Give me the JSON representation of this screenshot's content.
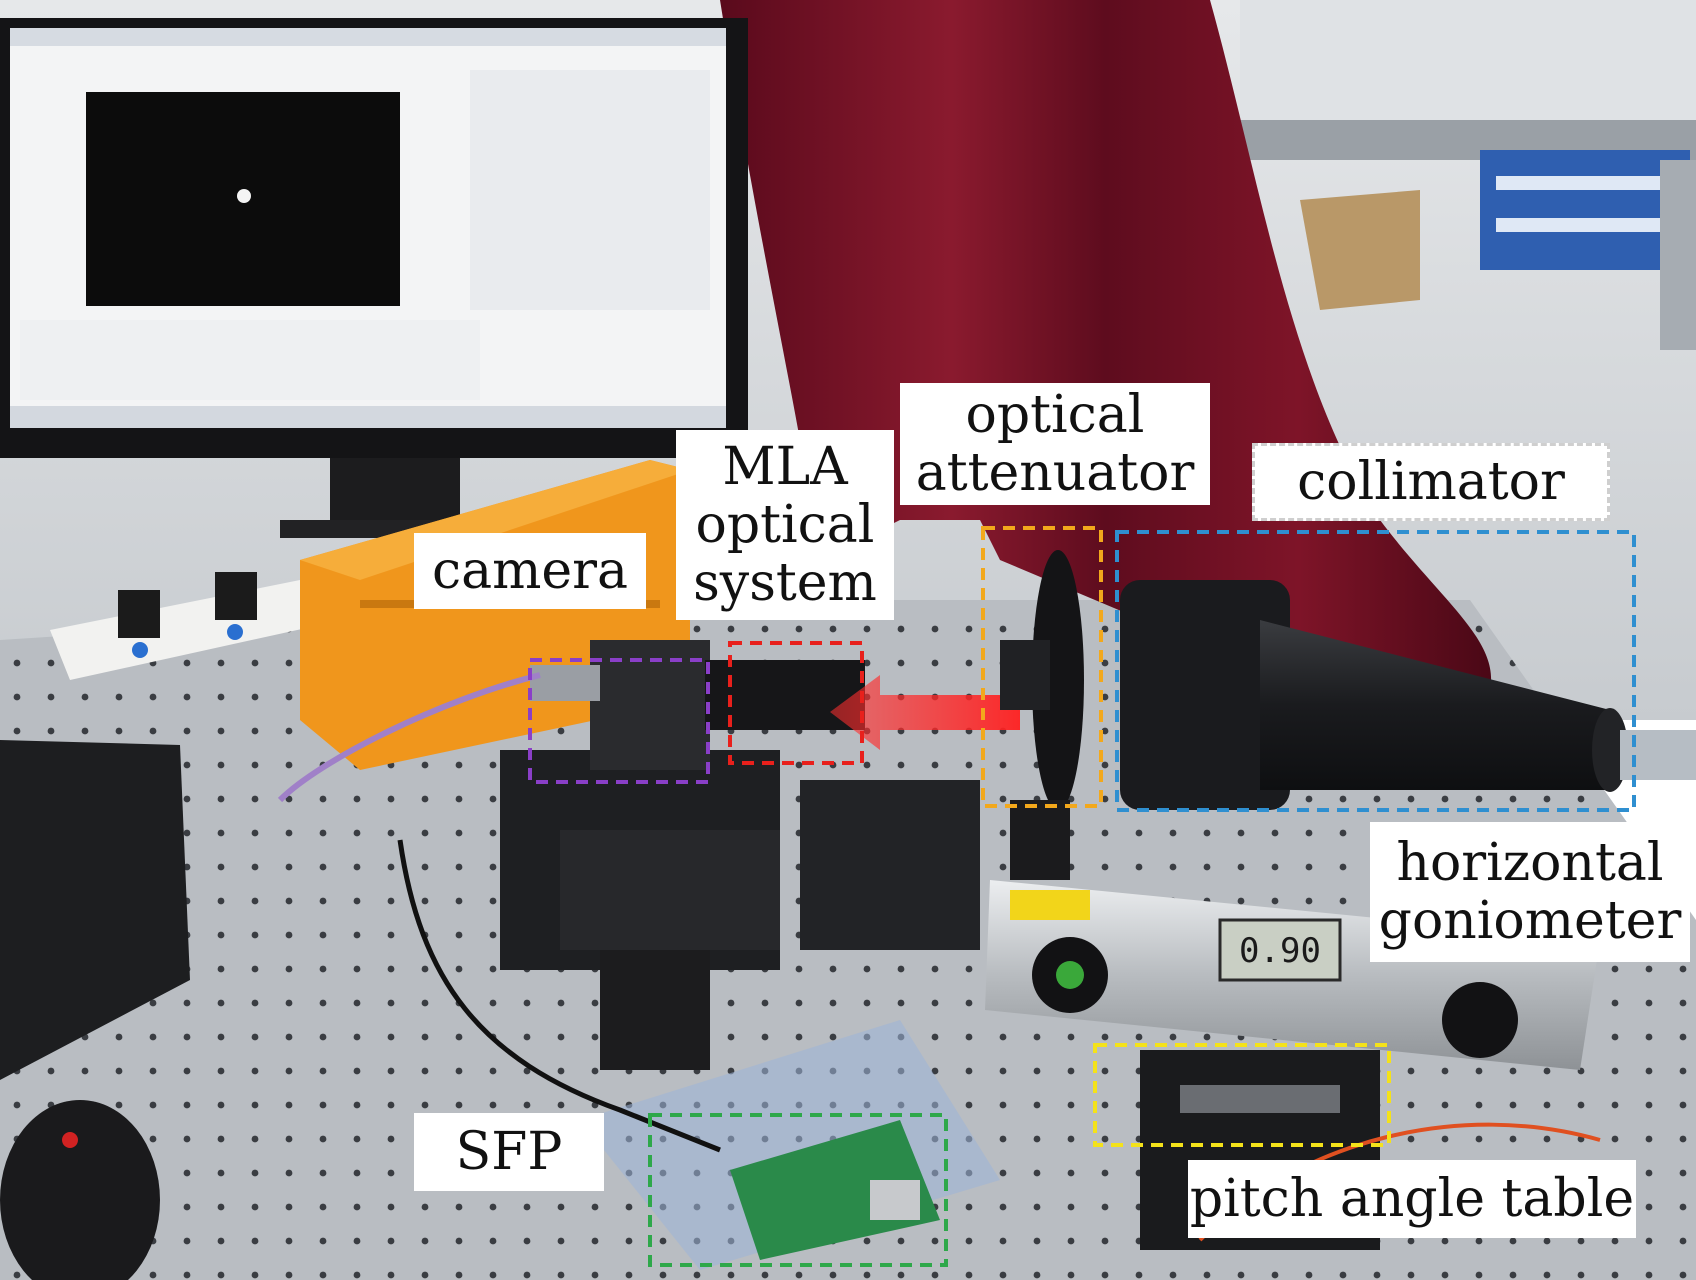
{
  "labels": {
    "camera": "camera",
    "mla": [
      "MLA",
      "optical",
      "system"
    ],
    "attenuator": [
      "optical",
      "attenuator"
    ],
    "collimator": "collimator",
    "goniometer": [
      "horizontal",
      "goniometer"
    ],
    "sfp": "SFP",
    "pitch_table": "pitch angle table"
  },
  "level_readout": "0.90",
  "box_colors": {
    "camera": "#8a3fc8",
    "mla": "#e8201c",
    "attenuator": "#f2a81c",
    "collimator": "#2f8fd0",
    "sfp": "#2ea84a",
    "pitch_table": "#f4e21a"
  }
}
